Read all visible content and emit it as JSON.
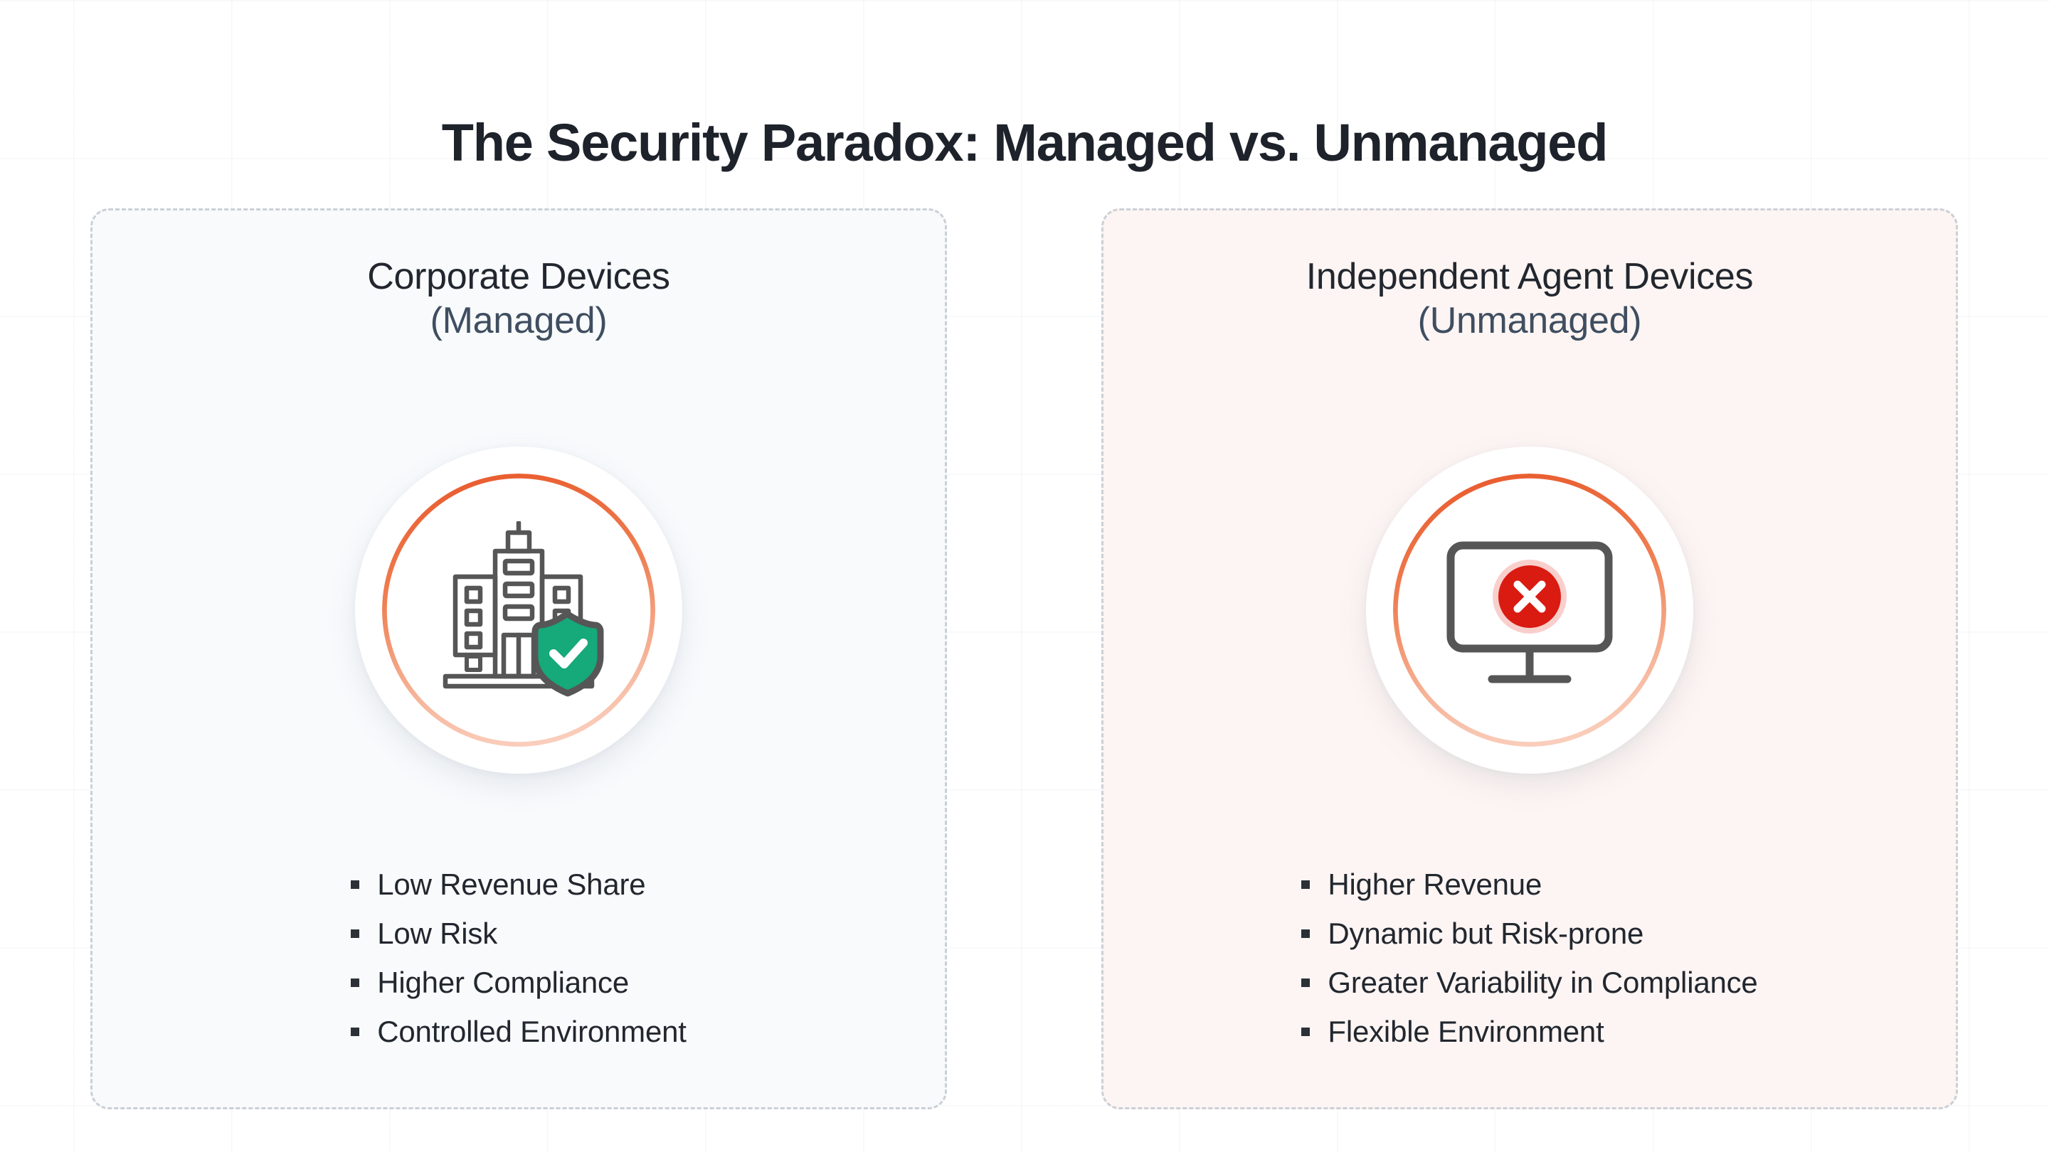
{
  "page": {
    "title": "The Security Paradox: Managed vs. Unmanaged",
    "background_color": "#ffffff",
    "grid_color": "#eef1f4"
  },
  "colors": {
    "accent_orange": "#e8572a",
    "accent_orange_fade": "#fbd7c8",
    "shield_green": "#16a97a",
    "error_red": "#d91b12",
    "error_red_ring": "#f9cfcc",
    "icon_outline": "#565656",
    "heading_dark": "#22272f",
    "subtitle_slate": "#3f4e60",
    "card_border": "#cbd0d6",
    "managed_card_bg": "#f8fafc",
    "unmanaged_card_bg": "#fdf5f3",
    "bullet_marker": "#2c3137"
  },
  "cards": [
    {
      "id": "managed",
      "title": "Corporate Devices",
      "subtitle": "(Managed)",
      "icon_name": "office-building-shield-check-icon",
      "bullets": [
        "Low Revenue Share",
        "Low Risk",
        "Higher Compliance",
        "Controlled Environment"
      ]
    },
    {
      "id": "unmanaged",
      "title": "Independent Agent Devices",
      "subtitle": "(Unmanaged)",
      "icon_name": "monitor-error-x-icon",
      "bullets": [
        "Higher Revenue",
        "Dynamic but Risk-prone",
        "Greater Variability in Compliance",
        "Flexible Environment"
      ]
    }
  ]
}
